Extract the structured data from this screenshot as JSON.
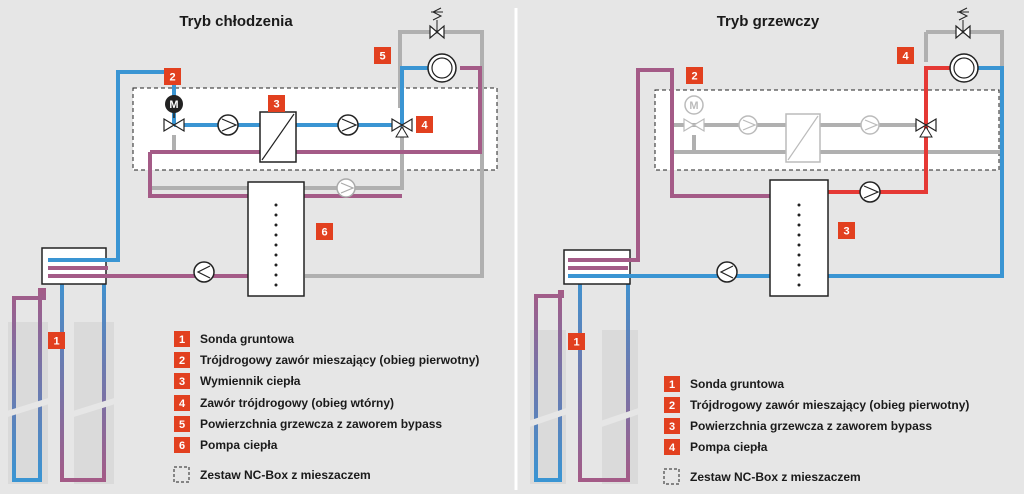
{
  "colors": {
    "blue": "#3a95d3",
    "purple": "#a45b87",
    "red": "#e53935",
    "gray": "#b0b0b0",
    "badge": "#e2401f",
    "background": "#e6e6e6",
    "divider": "#ffffff"
  },
  "left": {
    "title": "Tryb chłodzenia",
    "motor_label": "M",
    "badges": [
      "1",
      "2",
      "3",
      "4",
      "5",
      "6"
    ],
    "legend": [
      {
        "num": "1",
        "text": "Sonda gruntowa"
      },
      {
        "num": "2",
        "text": "Trójdrogowy zawór mieszający (obieg pierwotny)"
      },
      {
        "num": "3",
        "text": "Wymiennik ciepła"
      },
      {
        "num": "4",
        "text": "Zawór trójdrogowy (obieg wtórny)"
      },
      {
        "num": "5",
        "text": "Powierzchnia grzewcza z zaworem bypass"
      },
      {
        "num": "6",
        "text": "Pompa ciepła"
      }
    ],
    "box_legend": "Zestaw NC-Box z mieszaczem"
  },
  "right": {
    "title": "Tryb grzewczy",
    "motor_label": "M",
    "badges": [
      "1",
      "2",
      "3",
      "4"
    ],
    "legend": [
      {
        "num": "1",
        "text": "Sonda gruntowa"
      },
      {
        "num": "2",
        "text": "Trójdrogowy zawór mieszający (obieg pierwotny)"
      },
      {
        "num": "3",
        "text": "Powierzchnia grzewcza z zaworem bypass"
      },
      {
        "num": "4",
        "text": "Pompa ciepła"
      }
    ],
    "box_legend": "Zestaw NC-Box z mieszaczem"
  }
}
